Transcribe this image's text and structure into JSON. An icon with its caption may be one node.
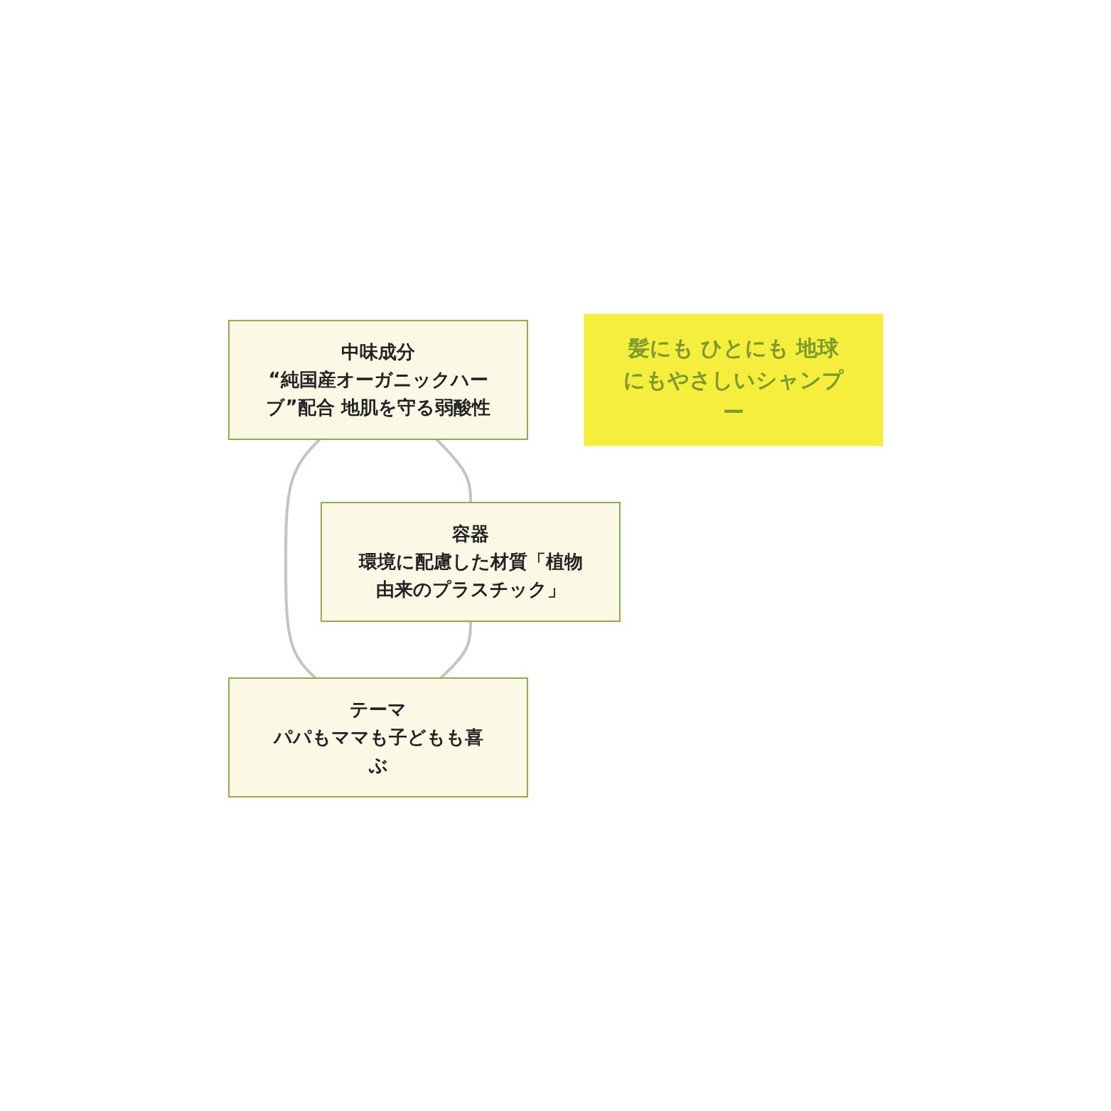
{
  "diagram": {
    "nodes": [
      {
        "text": [
          "中味成分",
          "“純国産オーガニックハーブ”配合 地肌を守る弱酸性"
        ]
      },
      {
        "text": [
          "容器",
          "環境に配慮した材質「植物由来のプラスチック」"
        ]
      },
      {
        "text": [
          "髪にも ひとにも 地球にもやさしいシャンプー"
        ]
      },
      {
        "text": [
          "テーマ",
          "パパもママも子どもも喜ぶ"
        ]
      }
    ],
    "edges": [
      {
        "from": 0,
        "to": 1,
        "arrow": "none"
      },
      {
        "from": 0,
        "to": 3,
        "arrow": "none"
      },
      {
        "from": 1,
        "to": 3,
        "arrow": "none"
      }
    ]
  }
}
